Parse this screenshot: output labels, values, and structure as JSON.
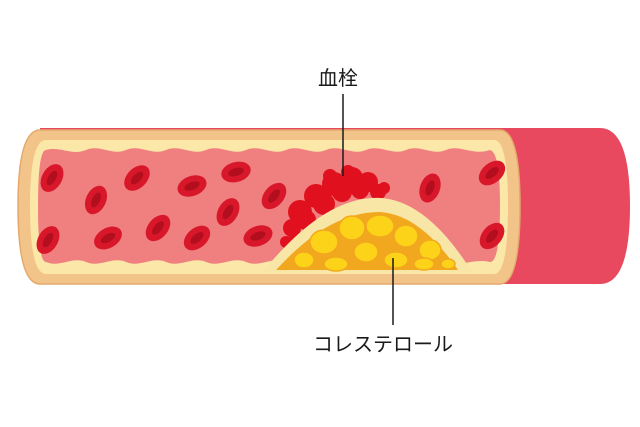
{
  "labels": {
    "thrombus": "血栓",
    "cholesterol": "コレステロール"
  },
  "colors": {
    "outer_wall": "#e8495f",
    "wall_rim": "#f2c48a",
    "wall_rim_edge": "#e4a86a",
    "inner_wall": "#fbe7a8",
    "lumen": "#f08080",
    "blood_cell": "#d8182a",
    "blood_cell_center": "#b30e1e",
    "clot": "#e0101e",
    "plaque_rim": "#f7e6a6",
    "plaque_fill": "#f2a81e",
    "fat_globule": "#fdd31a"
  },
  "icons": {
    "vessel": "blood-vessel-cross-section",
    "cells": "red-blood-cell-icon",
    "clot": "thrombus-icon",
    "plaque": "cholesterol-plaque-icon"
  }
}
